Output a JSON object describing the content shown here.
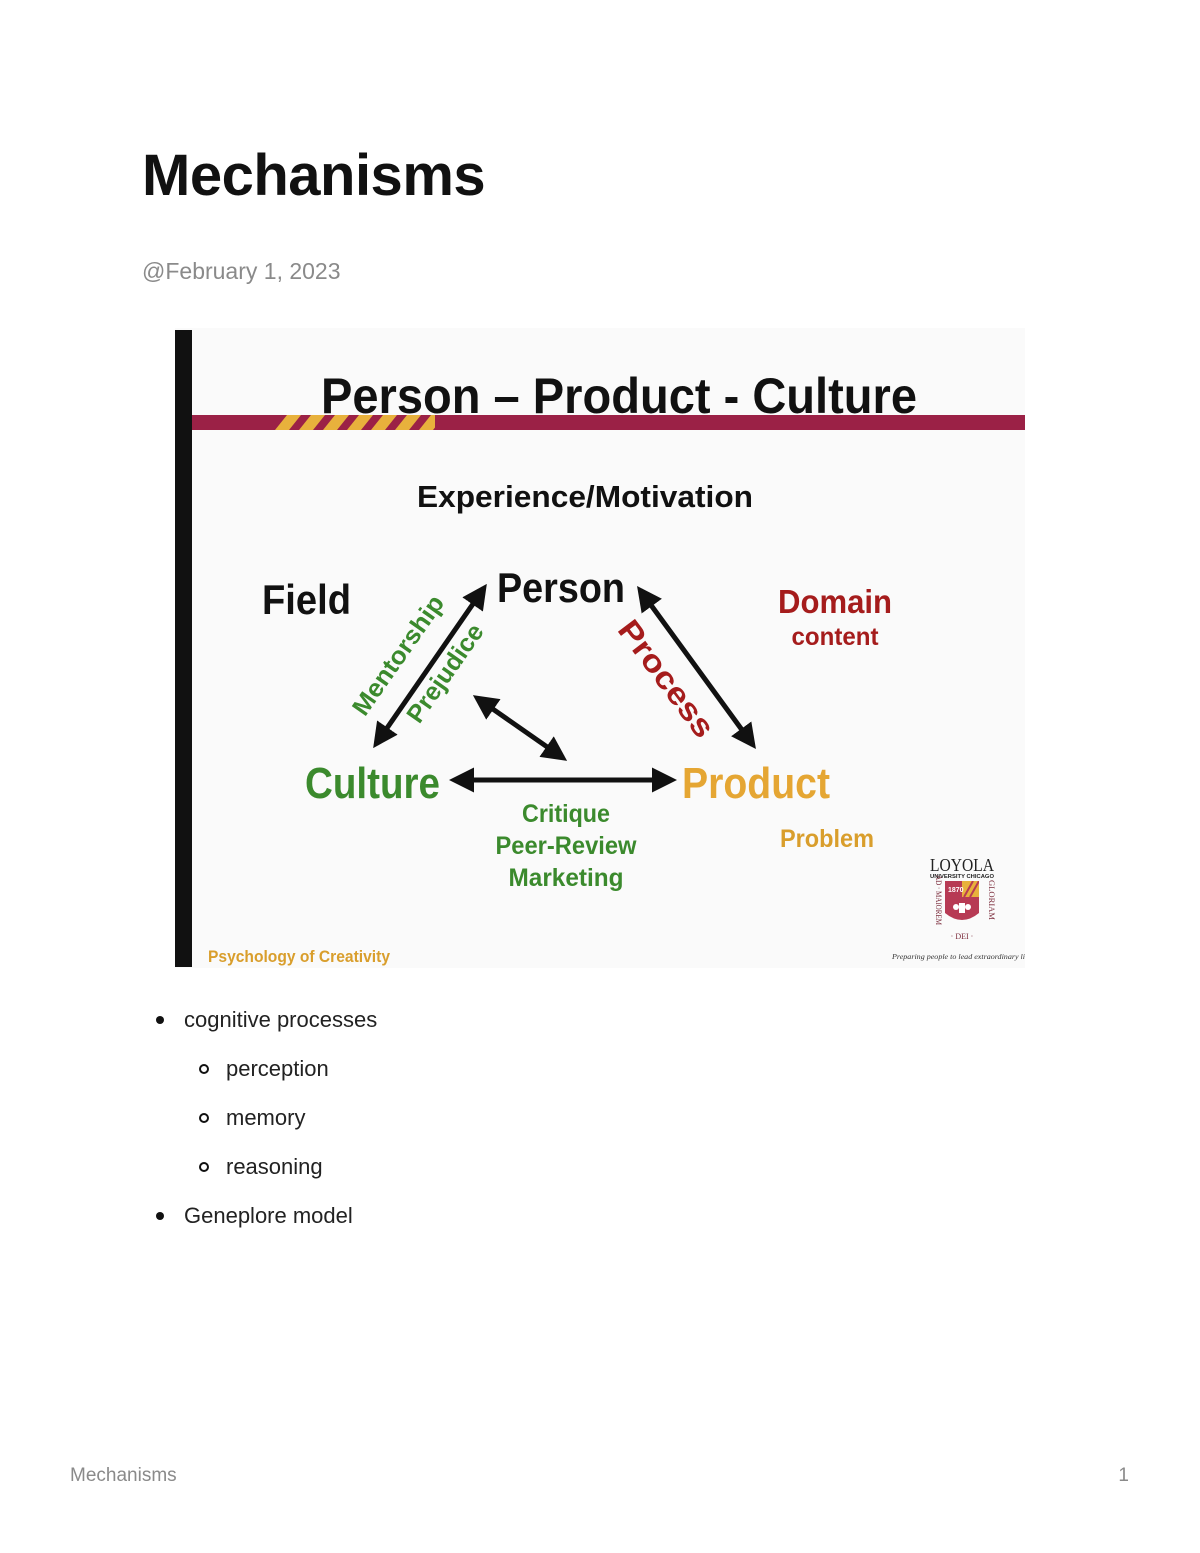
{
  "page": {
    "title": "Mechanisms",
    "date": "@February 1, 2023"
  },
  "slide": {
    "title": "Person – Product - Culture",
    "top_label": "Experience/Motivation",
    "field_label": "Field",
    "person_label": "Person",
    "domain_label": "Domain",
    "domain_sub": "content",
    "mentorship_label": "Mentorship",
    "prejudice_label": "Prejudice",
    "process_label": "Process",
    "culture_label": "Culture",
    "product_label": "Product",
    "critique_lines": [
      "Critique",
      "Peer-Review",
      "Marketing"
    ],
    "problem_label": "Problem",
    "footer_text": "Psychology of Creativity",
    "logo_text": "LOYOLA",
    "logo_sub": "UNIVERSITY CHICAGO",
    "logo_year": "1870",
    "logo_left_text": "AD · MAIOREM",
    "logo_right_text": "GLORIAM",
    "logo_bottom_text": "· DEI ·",
    "tagline": "Preparing people to lead extraordinary li",
    "colors": {
      "maroon": "#9b2146",
      "gold": "#e8b13c",
      "green": "#3b8a2d",
      "red": "#a51c1c",
      "product_gold": "#e5a633",
      "problem_gold": "#d99e2c",
      "crest_red": "#b73a54"
    }
  },
  "bullets": [
    {
      "text": "cognitive processes",
      "children": [
        {
          "text": "perception"
        },
        {
          "text": "memory"
        },
        {
          "text": "reasoning"
        }
      ]
    },
    {
      "text": "Geneplore model",
      "children": []
    }
  ],
  "footer": {
    "doc_title": "Mechanisms",
    "page_number": "1"
  }
}
